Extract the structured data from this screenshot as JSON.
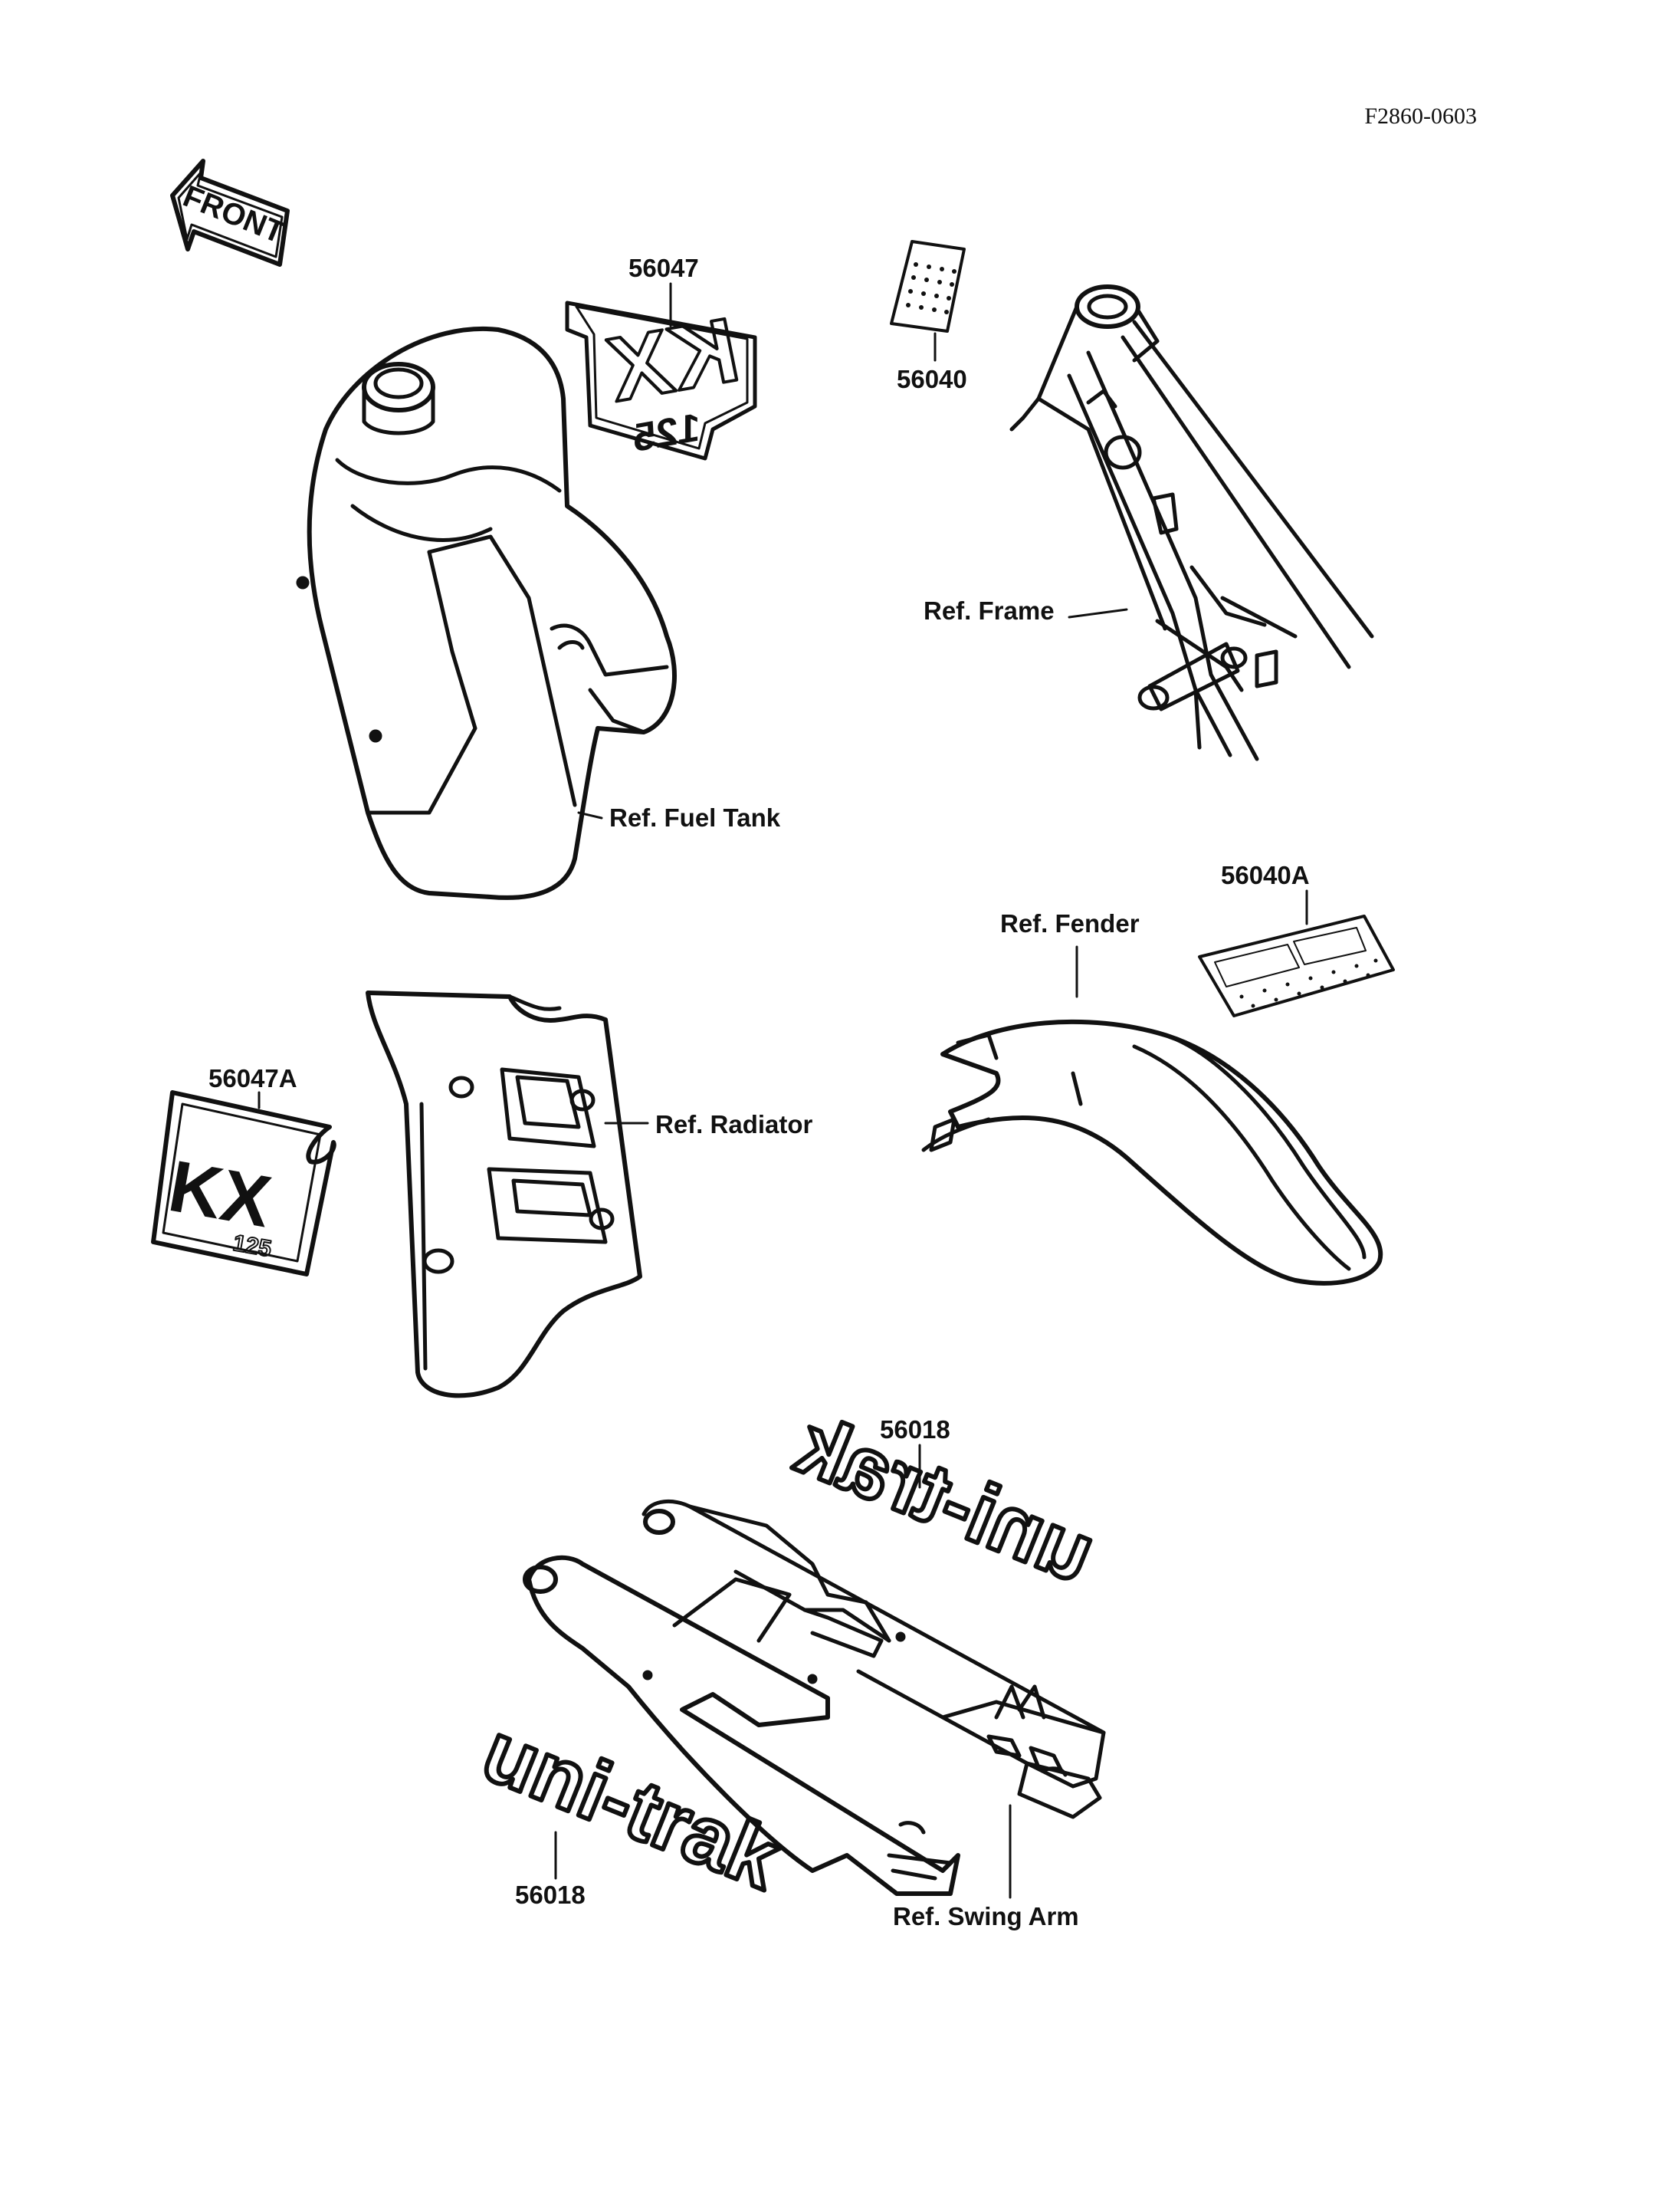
{
  "document": {
    "id": "F2860-0603"
  },
  "direction_indicator": {
    "text": "FRONT"
  },
  "decals": {
    "tank_decal_text": "KX",
    "tank_decal_sub": "125",
    "shroud_decal_text": "KX",
    "shroud_decal_sub": "125",
    "swingarm_decal_text": "uni-trak"
  },
  "part_callouts": [
    {
      "id": "56047",
      "label": "56047"
    },
    {
      "id": "56040",
      "label": "56040"
    },
    {
      "id": "56040A",
      "label": "56040A"
    },
    {
      "id": "56047A",
      "label": "56047A"
    },
    {
      "id": "56018-upper",
      "label": "56018"
    },
    {
      "id": "56018-lower",
      "label": "56018"
    }
  ],
  "reference_labels": {
    "frame": "Ref. Frame",
    "fuel_tank": "Ref. Fuel Tank",
    "fender": "Ref. Fender",
    "radiator": "Ref. Radiator",
    "swing_arm": "Ref. Swing Arm"
  },
  "colors": {
    "ink": "#111111",
    "paper": "#ffffff"
  }
}
